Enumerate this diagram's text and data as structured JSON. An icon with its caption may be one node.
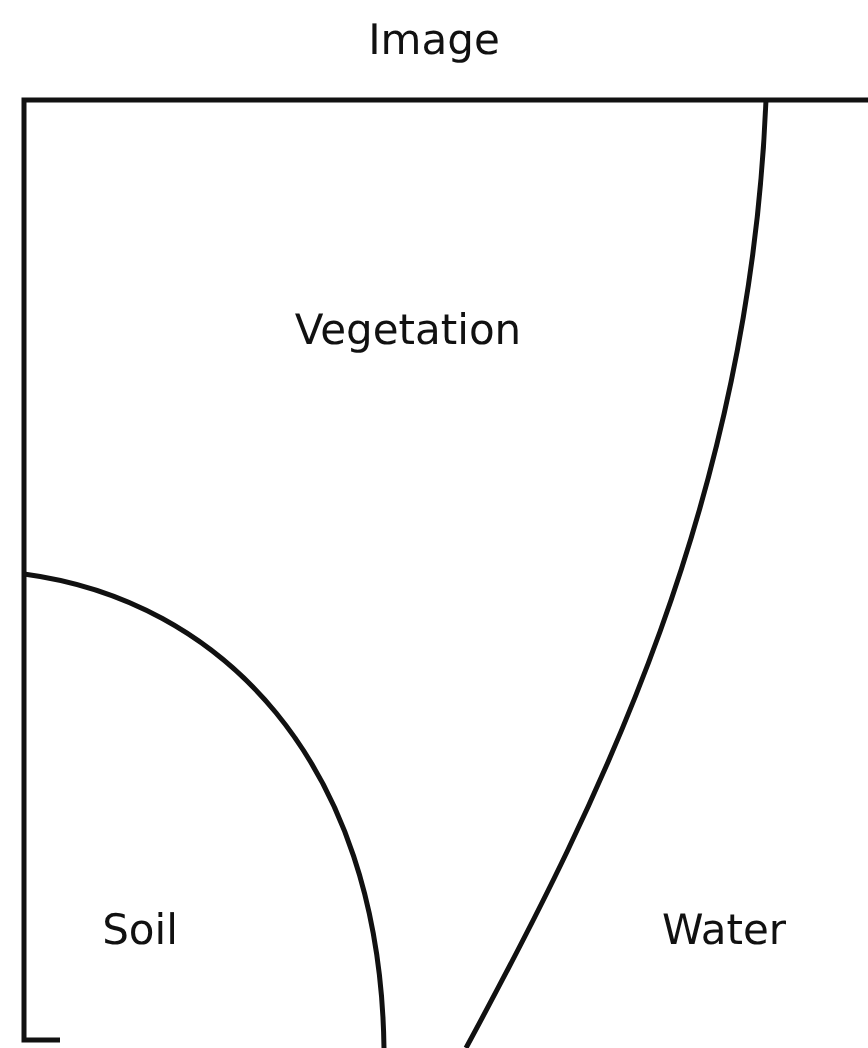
{
  "diagram": {
    "title": "Image",
    "labels": [
      "Vegetation",
      "Soil",
      "Water"
    ]
  }
}
